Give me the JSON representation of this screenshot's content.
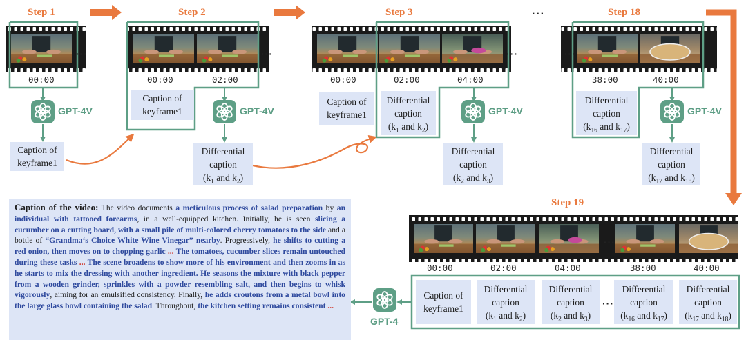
{
  "steps": {
    "step1": "Step 1",
    "step2": "Step 2",
    "step3": "Step 3",
    "step18": "Step 18",
    "step19": "Step 19",
    "ellipsis": "···"
  },
  "timestamps": {
    "t0": "00:00",
    "t2": "02:00",
    "t4": "04:00",
    "t38": "38:00",
    "t40": "40:00"
  },
  "models": {
    "gpt4v": "GPT-4V",
    "gpt4": "GPT-4"
  },
  "captions": {
    "caption_of": "Caption of",
    "keyframe1": "keyframe1",
    "differential": "Differential",
    "caption": "caption",
    "k1k2_open": "(k",
    "and": " and k",
    "close": ")",
    "sub1": "1",
    "sub2": "2",
    "sub3": "3",
    "sub16": "16",
    "sub17": "17",
    "sub18": "18"
  },
  "video_caption": {
    "title": "Caption of the video:",
    "segments": [
      {
        "t": " The video documents ",
        "s": "n"
      },
      {
        "t": "a meticulous process of salad preparation",
        "s": "h"
      },
      {
        "t": " by ",
        "s": "n"
      },
      {
        "t": "an individual with tattooed forearms",
        "s": "h"
      },
      {
        "t": ", in a well-equipped kitchen",
        "s": "n"
      },
      {
        "t": ". Initially, he is seen ",
        "s": "n"
      },
      {
        "t": "slicing a cucumber on a cutting board, with a small pile of multi-colored cherry tomatoes to the side",
        "s": "h"
      },
      {
        "t": " and a bottle of ",
        "s": "n"
      },
      {
        "t": "“Grandma‘s Choice White Wine Vinegar” nearby",
        "s": "h"
      },
      {
        "t": ". Progressively, ",
        "s": "n"
      },
      {
        "t": "he shifts to cutting a red onion, then moves on to chopping garlic",
        "s": "h"
      },
      {
        "t": " ... ",
        "s": "r"
      },
      {
        "t": "The tomatoes, cucumber slices remain untouched during these tasks",
        "s": "h"
      },
      {
        "t": " ... ",
        "s": "r"
      },
      {
        "t": "The scene broadens to show more of his environment and then zooms in as he starts to mix the dressing with another ingredient. He seasons the mixture with black pepper from a wooden grinder, sprinkles with a powder resembling salt, and then begins to whisk vigorously",
        "s": "h"
      },
      {
        "t": ", aiming for an emulsified consistency. Finally, ",
        "s": "n"
      },
      {
        "t": "he adds croutons from a metal bowl into the large glass bowl containing the salad",
        "s": "h"
      },
      {
        "t": ". Throughout, ",
        "s": "n"
      },
      {
        "t": "the kitchen setting remains consistent",
        "s": "h"
      },
      {
        "t": " ...",
        "s": "r"
      }
    ]
  },
  "colors": {
    "accent_orange": "#e9793e",
    "teal": "#5e9f86",
    "caption_bg": "#dde5f6",
    "highlight_blue": "#2f4a9e",
    "ellipsis_red": "#d0392e"
  }
}
